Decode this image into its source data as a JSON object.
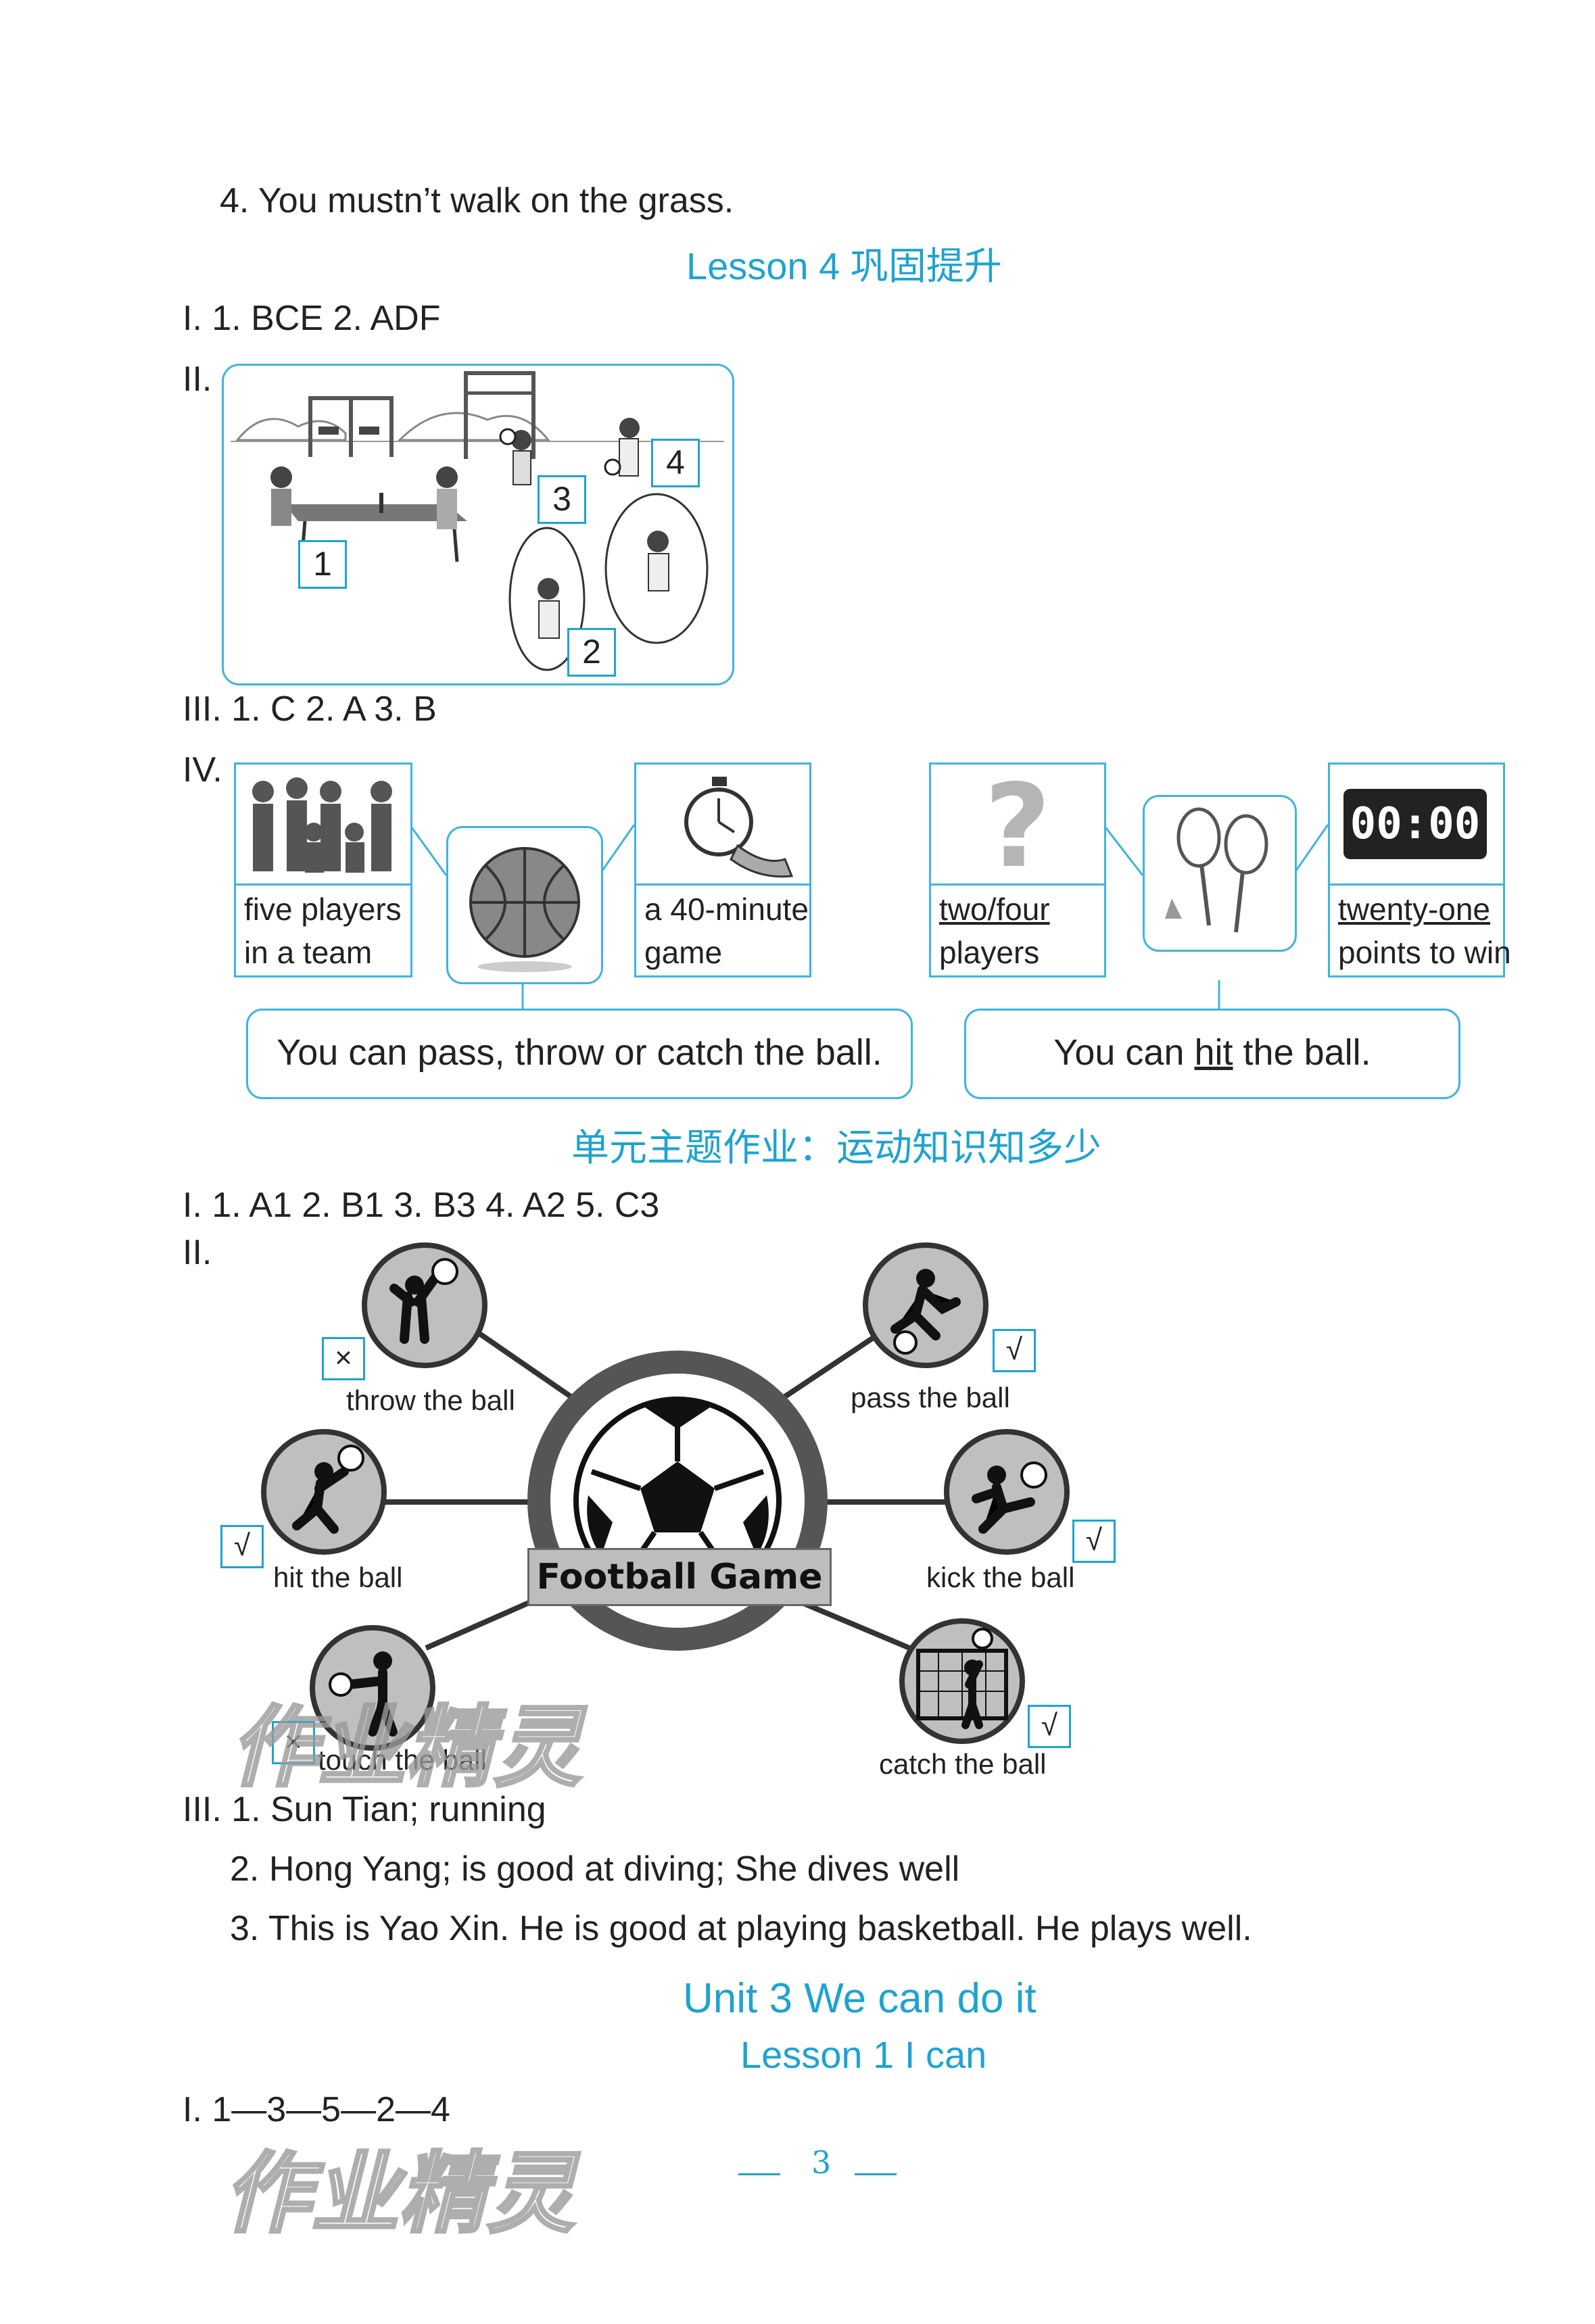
{
  "top_line": "4. You mustn’t walk on the grass.",
  "lesson4": {
    "heading": "Lesson 4 巩固提升",
    "part1": "I. 1. BCE    2. ADF",
    "part2_label": "II.",
    "pic_numbers": [
      "1",
      "2",
      "3",
      "4"
    ],
    "part3": "III. 1. C    2. A    3. B",
    "part4_label": "IV.",
    "cards": [
      {
        "line1": "five players",
        "line2": "in a team"
      },
      {
        "line1": "a 40-minute",
        "line2": "game"
      },
      {
        "line1": "two/four",
        "line2": "players"
      },
      {
        "line1": "twenty-one",
        "line2": "points to win"
      }
    ],
    "sentence_left": "You can pass, throw or catch the ball.",
    "sentence_right_pre": "You can ",
    "sentence_right_u": "hit",
    "sentence_right_post": " the ball.",
    "scoreboard": "00:00"
  },
  "unit_theme": {
    "heading": "单元主题作业：运动知识知多少",
    "part1": "I. 1. A1    2. B1    3. B3    4. A2    5. C3",
    "part2_label": "II.",
    "center_label": "Football Game",
    "spokes": [
      {
        "label": "throw the ball",
        "mark": "×"
      },
      {
        "label": "pass the ball",
        "mark": "√"
      },
      {
        "label": "hit the ball",
        "mark": "√"
      },
      {
        "label": "kick the ball",
        "mark": "√"
      },
      {
        "label": "touch the ball",
        "mark": "×"
      },
      {
        "label": "catch the ball",
        "mark": "√"
      }
    ],
    "part3": [
      "III. 1. Sun Tian; running",
      "2. Hong Yang; is good at diving; She dives well",
      "3. This is Yao Xin. He is good at playing basketball. He plays well."
    ]
  },
  "unit3": {
    "title": "Unit 3 We can do it",
    "lesson": "Lesson 1 I can",
    "part1": "I. 1—3—5—2—4"
  },
  "page_number": "3",
  "watermark": "作业精灵",
  "colors": {
    "accent": "#1fa3cf",
    "frame": "#3fb4dd"
  }
}
